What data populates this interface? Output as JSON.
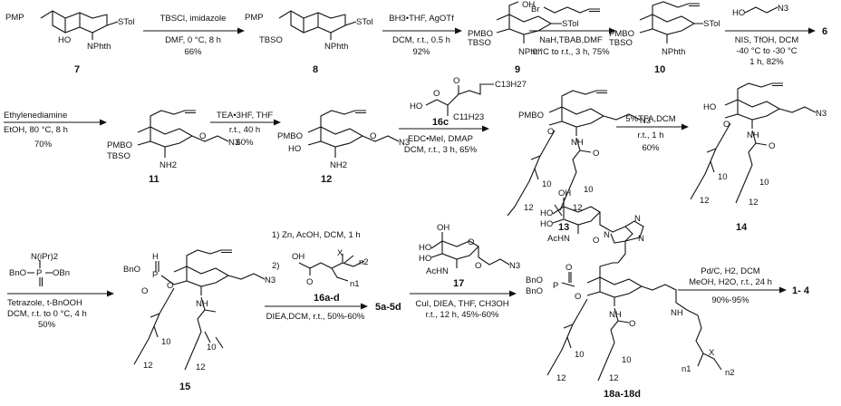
{
  "row1": {
    "compounds": [
      {
        "number": "7",
        "labels": [
          "PMP",
          "HO",
          "STol",
          "NPhth"
        ]
      },
      {
        "number": "8",
        "labels": [
          "PMP",
          "TBSO",
          "STol",
          "NPhth"
        ]
      },
      {
        "number": "9",
        "labels": [
          "OH",
          "PMBO",
          "TBSO",
          "STol",
          "NPhth"
        ]
      },
      {
        "number": "10",
        "labels": [
          "PMBO",
          "TBSO",
          "STol",
          "NPhth"
        ]
      }
    ],
    "arrows": [
      {
        "above": "TBSCl, imidazole",
        "lines": [
          "DMF, 0 °C, 8 h"
        ],
        "yield": "66%"
      },
      {
        "above": "BH3•THF, AgOTf",
        "lines": [
          "DCM, r.t., 0.5 h"
        ],
        "yield": "92%"
      },
      {
        "above_reagent": "Br",
        "lines": [
          "NaH,TBAB,DMF",
          "0 °C to r.t., 3 h, 75%"
        ]
      },
      {
        "above_reagent_left": "HO",
        "above_reagent_right": "N3",
        "lines": [
          "NIS, TfOH, DCM",
          "-40 °C to -30 °C",
          "1 h, 82%"
        ]
      }
    ],
    "product_number": "6"
  },
  "row2": {
    "compounds": [
      {
        "number": "11",
        "labels": [
          "PMBO",
          "TBSO",
          "NH2",
          "O",
          "N3"
        ]
      },
      {
        "number": "12",
        "labels": [
          "PMBO",
          "HO",
          "NH2",
          "O",
          "N3"
        ]
      },
      {
        "number": "13",
        "labels": [
          "PMBO",
          "O",
          "NH",
          "N3",
          "O",
          "10",
          "12",
          "10",
          "12"
        ]
      },
      {
        "number": "14",
        "labels": [
          "HO",
          "O",
          "NH",
          "N3",
          "O",
          "10",
          "12",
          "10",
          "12"
        ]
      }
    ],
    "arrows": [
      {
        "lines": [
          "Ethylenediamine",
          "EtOH, 80 °C, 8 h"
        ],
        "yield": "70%"
      },
      {
        "lines": [
          "TEA•3HF, THF",
          "r.t., 40 h"
        ],
        "yield": "60%"
      },
      {
        "reagent_labels": [
          "HO",
          "O",
          "O",
          "C13H27",
          "C11H23"
        ],
        "reagent_number": "16c",
        "lines": [
          "EDC•MeI, DMAP",
          "DCM, r.t., 3 h, 65%"
        ]
      },
      {
        "lines": [
          "5%TFA,DCM",
          "r.t., 1 h"
        ],
        "yield": "60%"
      }
    ]
  },
  "row3": {
    "compounds": [
      {
        "number": "15",
        "labels": [
          "BnO",
          "H",
          "P",
          "O",
          "O",
          "NH",
          "N3",
          "10",
          "12",
          "10",
          "12"
        ]
      },
      {
        "number": "5a-5d",
        "labels": []
      },
      {
        "number": "17",
        "labels": [
          "HO",
          "OH",
          "HO",
          "AcHN",
          "O",
          "O",
          "N3"
        ]
      },
      {
        "number": "18a-18d",
        "labels": [
          "HO",
          "OH",
          "HO",
          "AcHN",
          "O",
          "N",
          "N",
          "N",
          "BnO",
          "BnO",
          "P",
          "O",
          "O",
          "NH",
          "NH",
          "O",
          "10",
          "12",
          "10",
          "12",
          "n1",
          "n2",
          "X"
        ]
      },
      {
        "number": "1- 4",
        "labels": []
      }
    ],
    "arrows": [
      {
        "reagent_labels": [
          "N(iPr)2",
          "BnO",
          "P",
          "OBn"
        ],
        "lines": [
          "Tetrazole, t-BnOOH",
          "DCM, r.t. to 0 °C, 4 h"
        ],
        "yield": "50%"
      },
      {
        "steps": [
          "1) Zn, AcOH, DCM, 1 h",
          "2)"
        ],
        "reagent_labels": [
          "OH",
          "O",
          "X",
          "n2",
          "n1"
        ],
        "reagent_number": "16a-d",
        "lines": [
          "DIEA,DCM, r.t., 50%-60%"
        ]
      },
      {
        "lines": [
          "CuI, DIEA, THF, CH3OH",
          "r.t., 12 h, 45%-60%"
        ]
      },
      {
        "lines": [
          "Pd/C, H2, DCM",
          "MeOH, H2O, r.t., 24 h"
        ],
        "yield": "90%-95%"
      }
    ]
  }
}
